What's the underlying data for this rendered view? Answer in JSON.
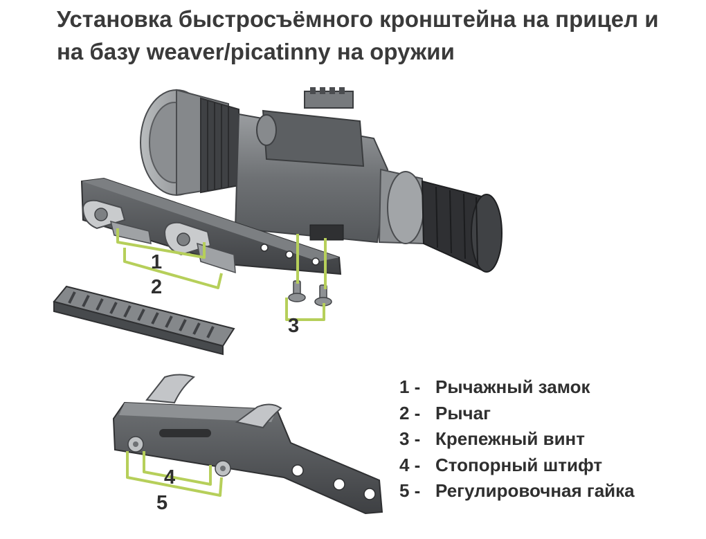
{
  "title": "Установка быстросъёмного кронштейна на прицел и на базу weaver/picatinny на оружии",
  "callouts": [
    "1",
    "2",
    "3",
    "4",
    "5"
  ],
  "legend": [
    {
      "num": "1 -",
      "text": "Рычажный замок"
    },
    {
      "num": "2 -",
      "text": "Рычаг"
    },
    {
      "num": "3 -",
      "text": "Крепежный винт"
    },
    {
      "num": "4 -",
      "text": "Стопорный штифт"
    },
    {
      "num": "5 -",
      "text": "Регулировочная гайка"
    }
  ],
  "colors": {
    "accent": "#b6cf5a",
    "metal_dark": "#4a4c4f",
    "metal_light": "#a7aaad"
  }
}
